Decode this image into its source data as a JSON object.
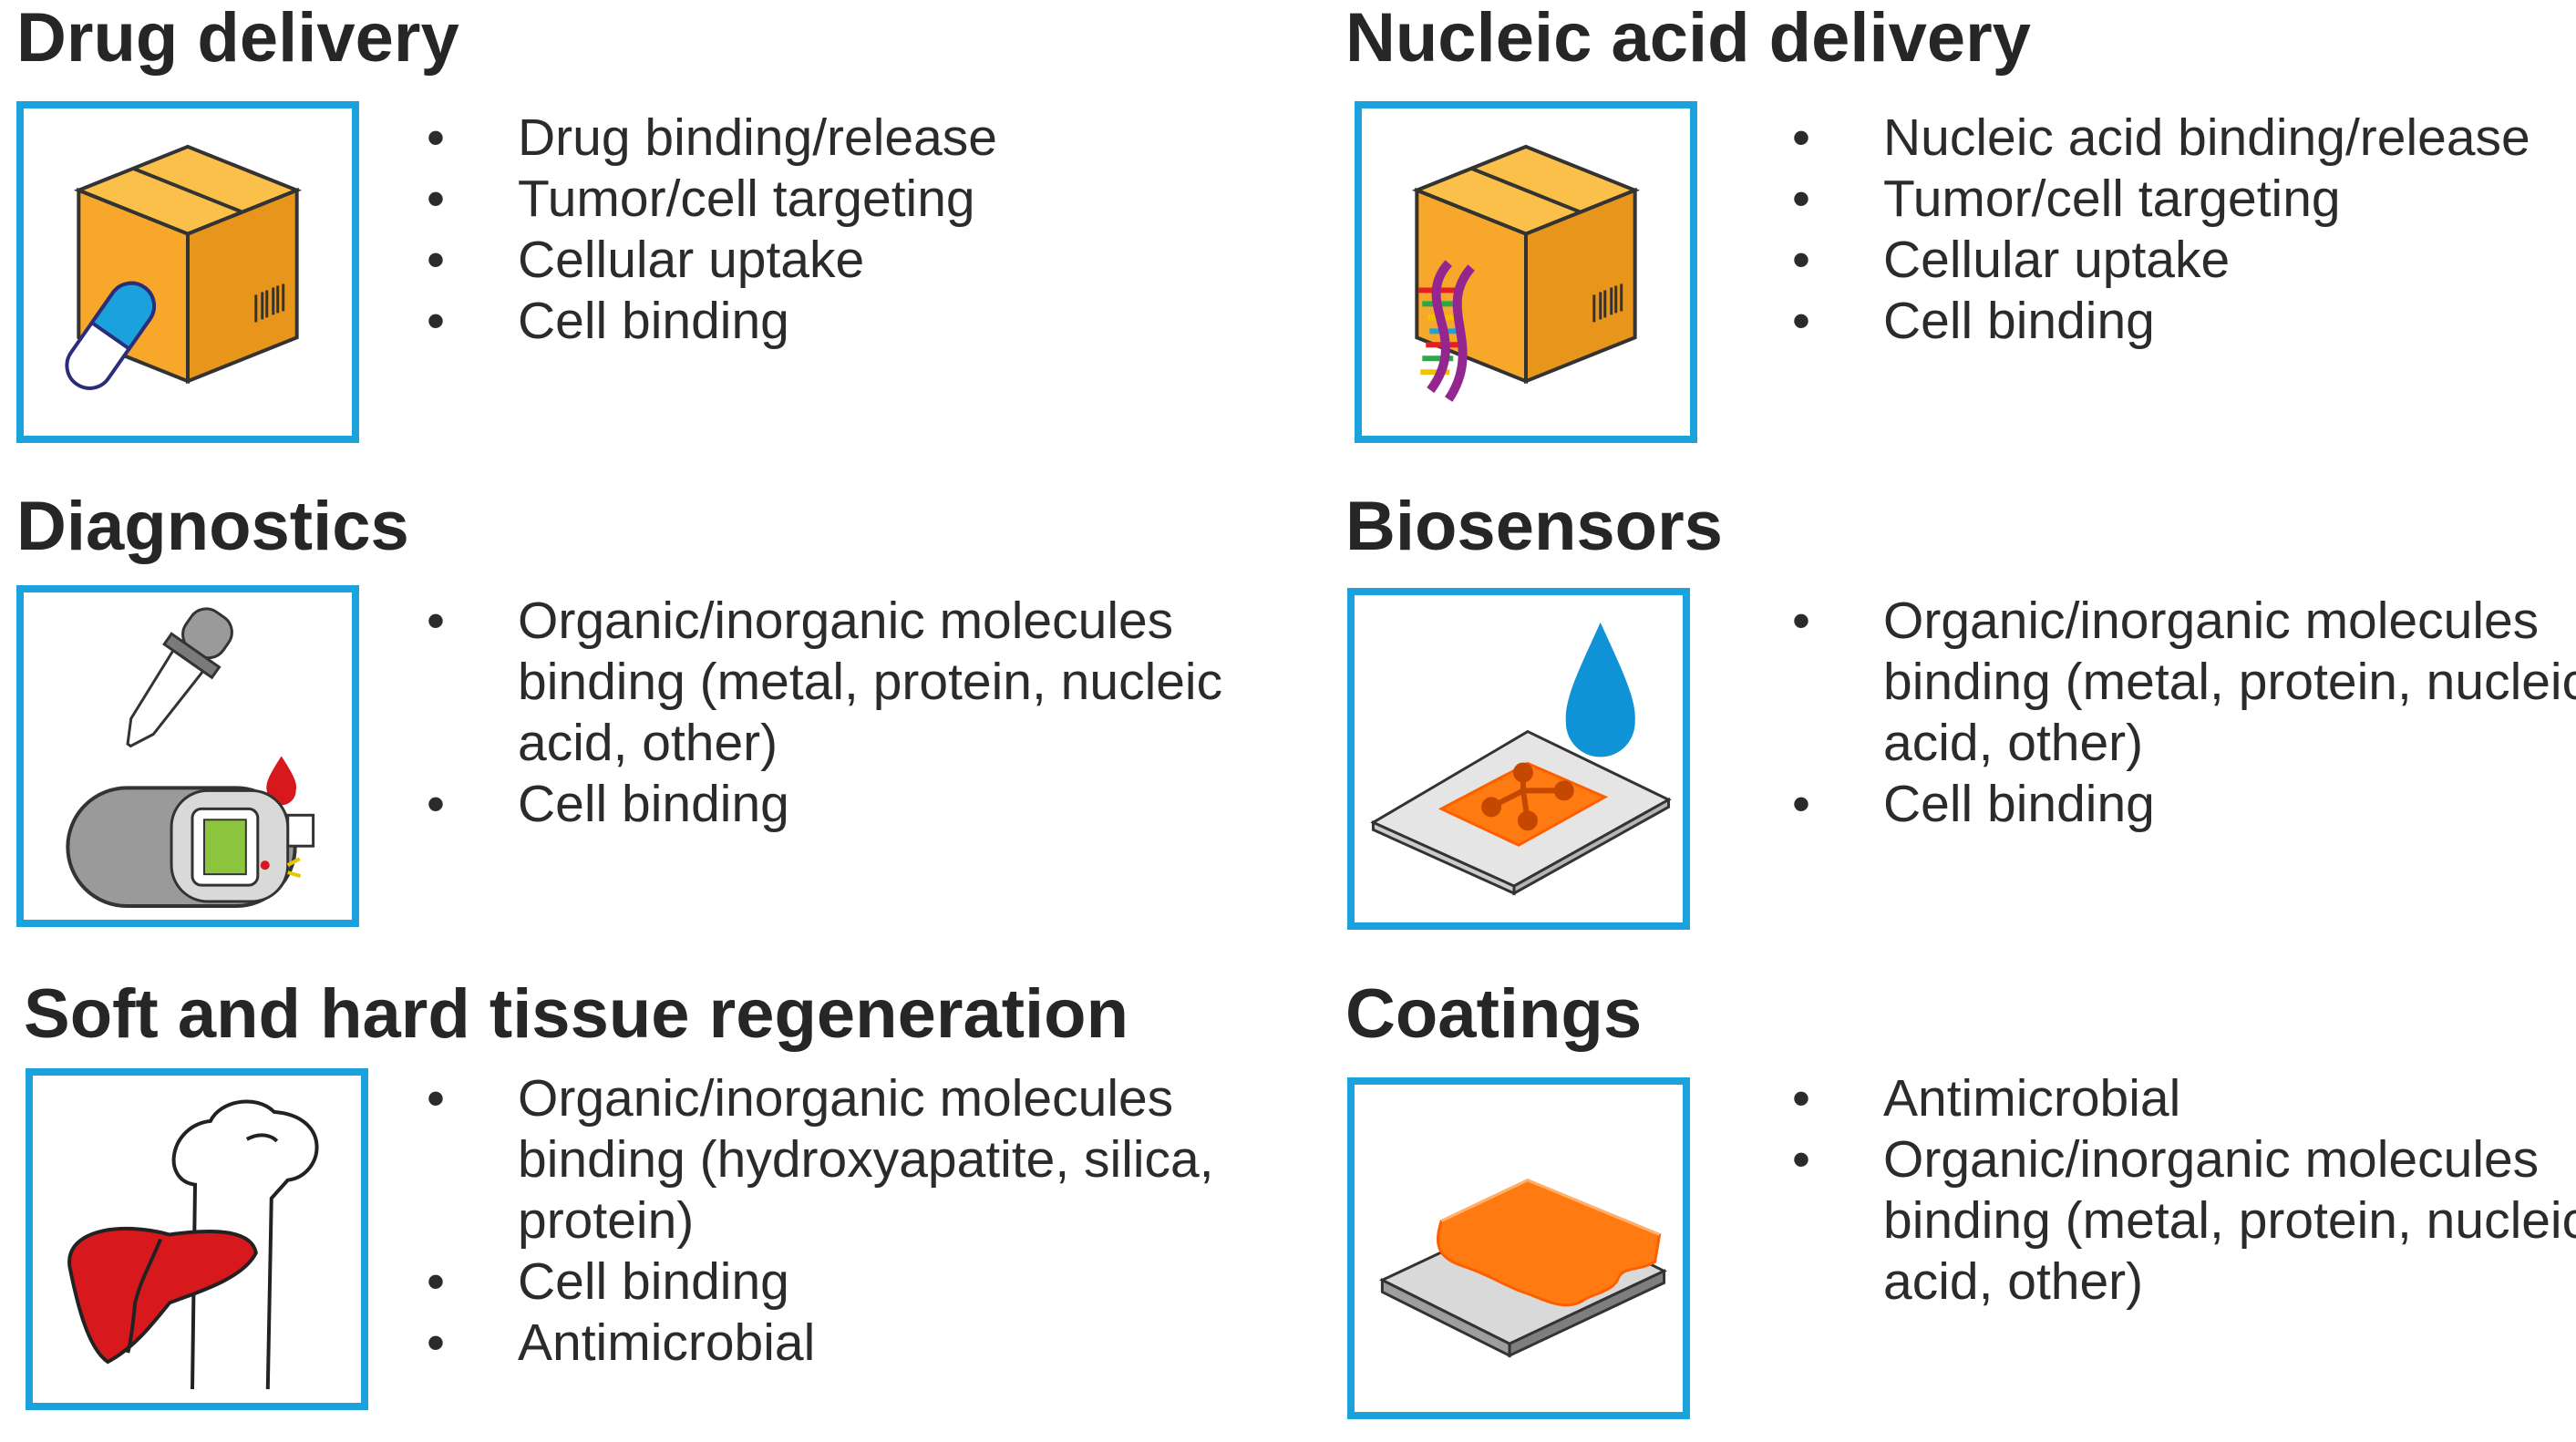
{
  "colors": {
    "frame_border": "#1ba1dc",
    "box_orange": "#f7a82a",
    "blood_red": "#d7191e",
    "liver_red": "#d7191e",
    "sensor_orange": "#ff7b12",
    "water_blue": "#0f93d6",
    "lcd_green": "#8cc63f"
  },
  "panels": [
    {
      "title": "Drug delivery",
      "icon": "package-with-pill-icon",
      "bullets": [
        "Drug binding/release",
        "Tumor/cell targeting",
        "Cellular uptake",
        "Cell binding"
      ]
    },
    {
      "title": "Nucleic acid delivery",
      "icon": "package-with-dna-icon",
      "bullets": [
        "Nucleic acid binding/release",
        "Tumor/cell targeting",
        "Cellular uptake",
        "Cell binding"
      ]
    },
    {
      "title": "Diagnostics",
      "icon": "dropper-and-glucometer-icon",
      "bullets": [
        "Organic/inorganic molecules binding (metal, protein, nucleic acid, other)",
        "Cell binding"
      ]
    },
    {
      "title": "Biosensors",
      "icon": "biosensor-chip-with-drop-icon",
      "bullets": [
        "Organic/inorganic molecules binding (metal, protein, nucleic acid, other)",
        "Cell binding"
      ]
    },
    {
      "title": "Soft and hard tissue regeneration",
      "icon": "bone-and-liver-icon",
      "bullets": [
        "Organic/inorganic molecules binding (hydroxyapatite, silica, protein)",
        "Cell binding",
        "Antimicrobial"
      ]
    },
    {
      "title": "Coatings",
      "icon": "coated-surface-icon",
      "bullets": [
        "Antimicrobial",
        "Organic/inorganic molecules binding (metal, protein, nucleic acid, other)"
      ]
    }
  ]
}
